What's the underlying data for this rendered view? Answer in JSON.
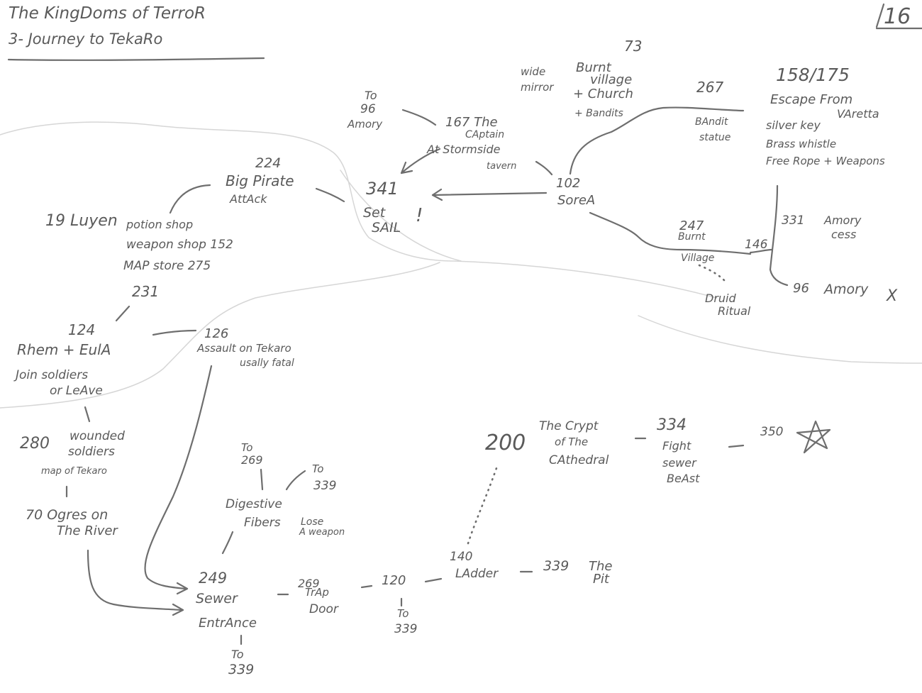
{
  "header": {
    "title_line1": "The KingDoms of TerroR",
    "title_line2": "3- Journey to TekaRo",
    "page_number": "16"
  },
  "nodes": {
    "n73": "73",
    "wide_mirror_1": "wide",
    "wide_mirror_2": "mirror",
    "burnt_church_1": "Burnt",
    "burnt_church_2": "village",
    "burnt_church_3": "+ Church",
    "burnt_church_4": "+ Bandits",
    "n267": "267",
    "bandit_statue_1": "BAndit",
    "bandit_statue_2": "statue",
    "varetta_num": "158/175",
    "varetta_1": "Escape From",
    "varetta_2": "VAretta",
    "varetta_3": "silver key",
    "varetta_4": "Brass whistle",
    "varetta_5": "Free Rope + Weapons",
    "to96_1": "To",
    "to96_2": "96",
    "to96_3": "Amory",
    "captain_1": "167 The",
    "captain_2": "CAptain",
    "captain_3": "At Stormside",
    "captain_4": "tavern",
    "set_sail_num": "341",
    "set_sail_1": "Set",
    "set_sail_2": "SAIL",
    "set_sail_3": "!",
    "sorea_num": "102",
    "sorea_name": "SoreA",
    "pirate_num": "224",
    "pirate_1": "Big Pirate",
    "pirate_2": "AttAck",
    "luyen": "19 Luyen",
    "shop_1": "potion shop",
    "shop_2": "weapon shop 152",
    "shop_3": "MAP store 275",
    "n231": "231",
    "burnt_village_num": "247",
    "burnt_village_1": "Burnt",
    "burnt_village_2": "Village",
    "n146": "146",
    "druid_1": "Druid",
    "druid_2": "Ritual",
    "amory_cess_num": "331",
    "amory_cess_1": "Amory",
    "amory_cess_2": "cess",
    "amory_x_num": "96",
    "amory_x_name": "Amory",
    "amory_x_mark": "X",
    "rhem_num": "124",
    "rhem_1": "Rhem + EulA",
    "rhem_2": "Join soldiers",
    "rhem_3": "or LeAve",
    "assault_num": "126",
    "assault_1": "Assault on Tekaro",
    "assault_2": "usally fatal",
    "wounded_num": "280",
    "wounded_1": "wounded",
    "wounded_2": "soldiers",
    "wounded_3": "map of Tekaro",
    "ogres_1": "70 Ogres on",
    "ogres_2": "The River",
    "to269_1": "To",
    "to269_2": "269",
    "to339a_1": "To",
    "to339a_2": "339",
    "digestive_1": "Digestive",
    "digestive_2": "Fibers",
    "lose_1": "Lose",
    "lose_2": "A weapon",
    "sewer_num": "249",
    "sewer_1": "Sewer",
    "sewer_2": "EntrAnce",
    "to339b_1": "To",
    "to339b_2": "339",
    "trap_num": "269",
    "trap_1": "TrAp",
    "trap_2": "Door",
    "n120": "120",
    "to339c_1": "To",
    "to339c_2": "339",
    "ladder_num": "140",
    "ladder_1": "LAdder",
    "pit_num": "339",
    "pit_1": "The",
    "pit_2": "Pit",
    "crypt_num": "200",
    "crypt_1": "The Crypt",
    "crypt_2": "of The",
    "crypt_3": "CAthedral",
    "fight_num": "334",
    "fight_1": "Fight",
    "fight_2": "sewer",
    "fight_3": "BeAst",
    "n350": "350"
  },
  "colors": {
    "pencil": "#5a5a5a",
    "faint": "#d6d6d6",
    "paper": "#ffffff"
  }
}
